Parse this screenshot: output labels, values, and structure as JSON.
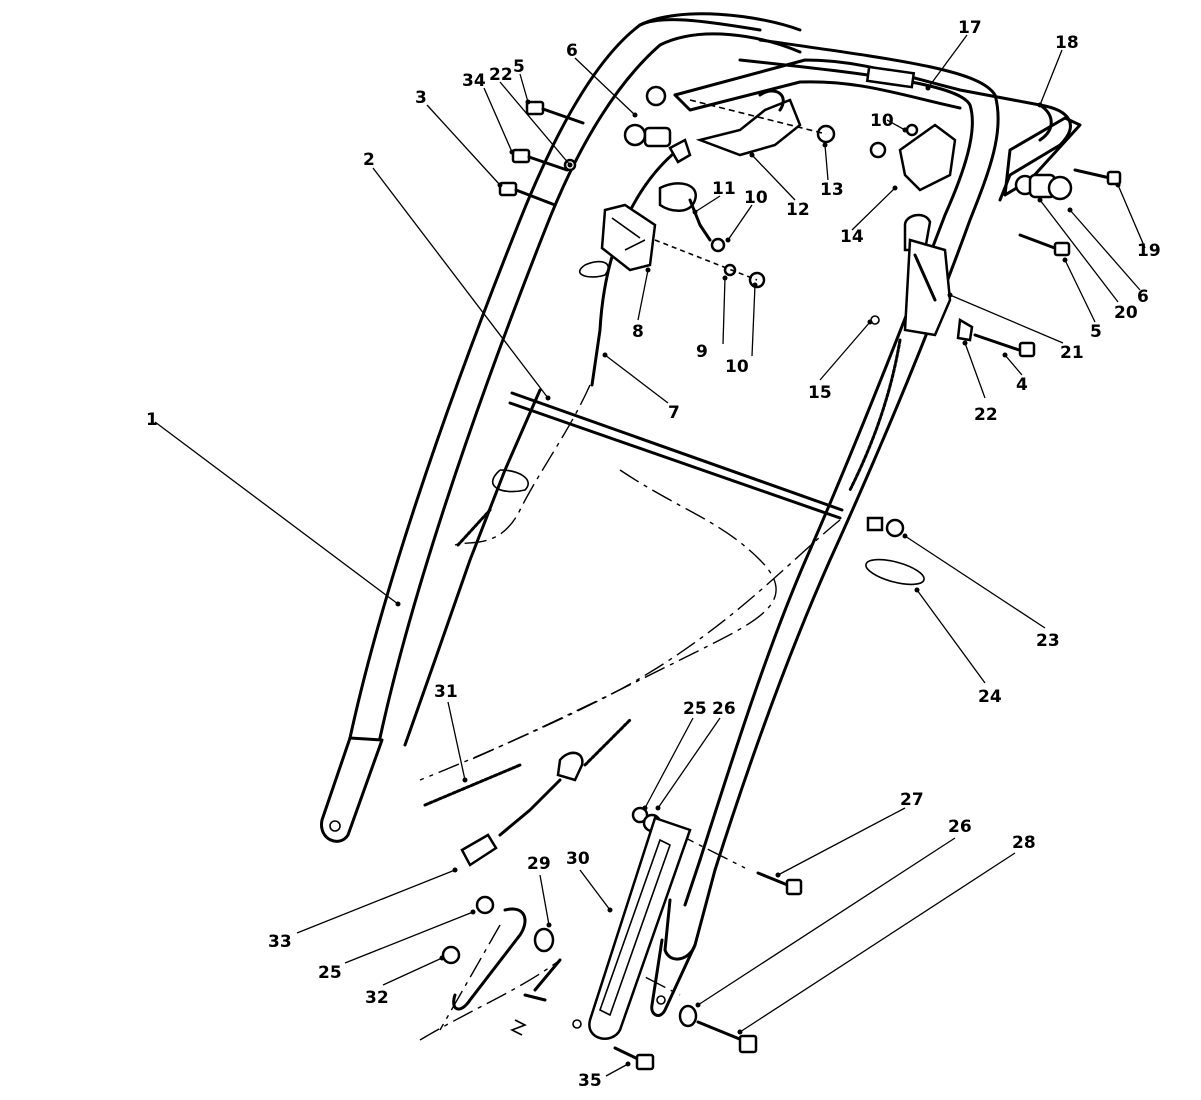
{
  "diagram": {
    "callouts": [
      {
        "label": "1"
      },
      {
        "label": "2"
      },
      {
        "label": "3"
      },
      {
        "label": "34"
      },
      {
        "label": "22"
      },
      {
        "label": "5"
      },
      {
        "label": "6"
      },
      {
        "label": "11"
      },
      {
        "label": "10"
      },
      {
        "label": "8"
      },
      {
        "label": "9"
      },
      {
        "label": "10"
      },
      {
        "label": "7"
      },
      {
        "label": "12"
      },
      {
        "label": "13"
      },
      {
        "label": "17"
      },
      {
        "label": "18"
      },
      {
        "label": "10"
      },
      {
        "label": "14"
      },
      {
        "label": "19"
      },
      {
        "label": "6"
      },
      {
        "label": "20"
      },
      {
        "label": "5"
      },
      {
        "label": "21"
      },
      {
        "label": "15"
      },
      {
        "label": "22"
      },
      {
        "label": "4"
      },
      {
        "label": "23"
      },
      {
        "label": "24"
      },
      {
        "label": "31"
      },
      {
        "label": "25"
      },
      {
        "label": "26"
      },
      {
        "label": "27"
      },
      {
        "label": "26"
      },
      {
        "label": "28"
      },
      {
        "label": "33"
      },
      {
        "label": "29"
      },
      {
        "label": "30"
      },
      {
        "label": "25"
      },
      {
        "label": "32"
      },
      {
        "label": "35"
      }
    ]
  }
}
